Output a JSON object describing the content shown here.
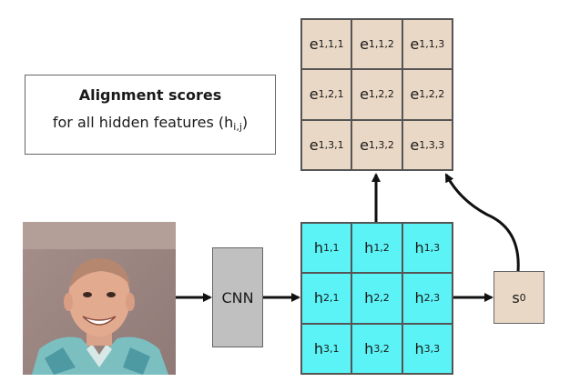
{
  "caption": {
    "title": "Alignment scores",
    "subtitle": "for all hidden features (h",
    "subtitle_sub": "i,j",
    "subtitle_close": ")"
  },
  "score_grid": [
    [
      {
        "base": "e",
        "sub": "1,1,1"
      },
      {
        "base": "e",
        "sub": "1,1,2"
      },
      {
        "base": "e",
        "sub": "1,1,3"
      }
    ],
    [
      {
        "base": "e",
        "sub": "1,2,1"
      },
      {
        "base": "e",
        "sub": "1,2,2"
      },
      {
        "base": "e",
        "sub": "1,2,2"
      }
    ],
    [
      {
        "base": "e",
        "sub": "1,3,1"
      },
      {
        "base": "e",
        "sub": "1,3,2"
      },
      {
        "base": "e",
        "sub": "1,3,3"
      }
    ]
  ],
  "hidden_grid": [
    [
      {
        "base": "h",
        "sub": "1,1"
      },
      {
        "base": "h",
        "sub": "1,2"
      },
      {
        "base": "h",
        "sub": "1,3"
      }
    ],
    [
      {
        "base": "h",
        "sub": "2,1"
      },
      {
        "base": "h",
        "sub": "2,2"
      },
      {
        "base": "h",
        "sub": "2,3"
      }
    ],
    [
      {
        "base": "h",
        "sub": "3,1"
      },
      {
        "base": "h",
        "sub": "3,2"
      },
      {
        "base": "h",
        "sub": "3,3"
      }
    ]
  ],
  "cnn_label": "CNN",
  "state": {
    "base": "s",
    "sub": "0"
  },
  "colors": {
    "score_fill": "#ead8c6",
    "hidden_fill": "#5bf3f6",
    "cnn_fill": "#c0c0c0",
    "state_fill": "#ead8c6"
  },
  "photo": {
    "icon": "person-photo-icon"
  }
}
